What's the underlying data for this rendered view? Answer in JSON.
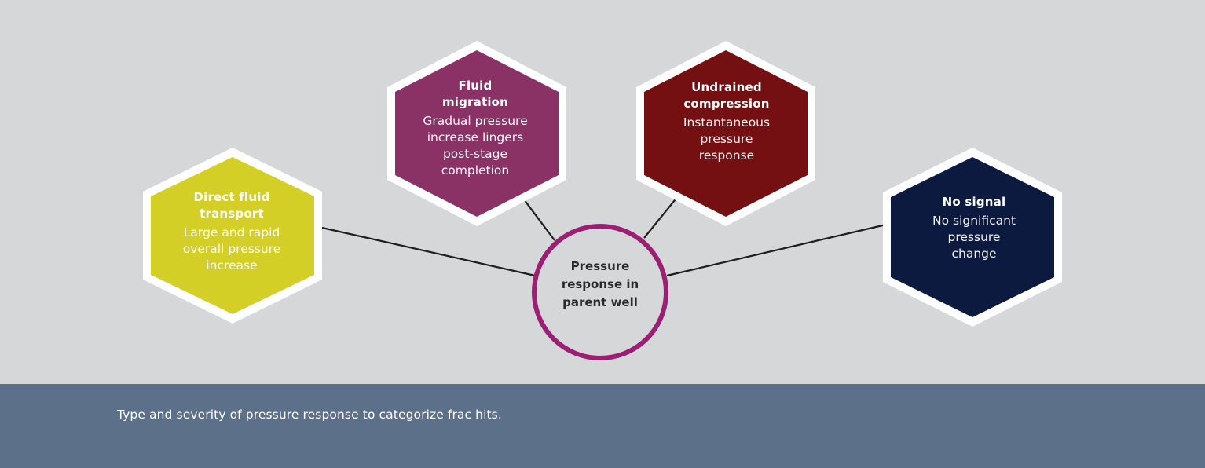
{
  "diagram": {
    "center": {
      "label": "Pressure response in parent well",
      "lines": [
        "Pressure",
        "response in",
        "parent well"
      ],
      "border_color": "#9b1f72"
    },
    "categories": [
      {
        "id": "direct-fluid-transport",
        "title_lines": [
          "Direct fluid",
          "transport"
        ],
        "description_lines": [
          "Large and rapid",
          "overall pressure",
          "increase"
        ],
        "color": "#d4cf27"
      },
      {
        "id": "fluid-migration",
        "title_lines": [
          "Fluid",
          "migration"
        ],
        "description_lines": [
          "Gradual pressure",
          "increase lingers",
          "post-stage",
          "completion"
        ],
        "color": "#8a3165"
      },
      {
        "id": "undrained-compression",
        "title_lines": [
          "Undrained",
          "compression"
        ],
        "description_lines": [
          "Instantaneous",
          "pressure",
          "response"
        ],
        "color": "#741012"
      },
      {
        "id": "no-signal",
        "title_lines": [
          "No signal"
        ],
        "description_lines": [
          "No significant",
          "pressure",
          "change"
        ],
        "color": "#0b1a3e"
      }
    ],
    "background_color": "#d6d7d9",
    "connector_color": "#1e1e1e"
  },
  "footer": {
    "caption": "Type and severity of pressure response to categorize frac hits.",
    "background_color": "#5c7089"
  }
}
